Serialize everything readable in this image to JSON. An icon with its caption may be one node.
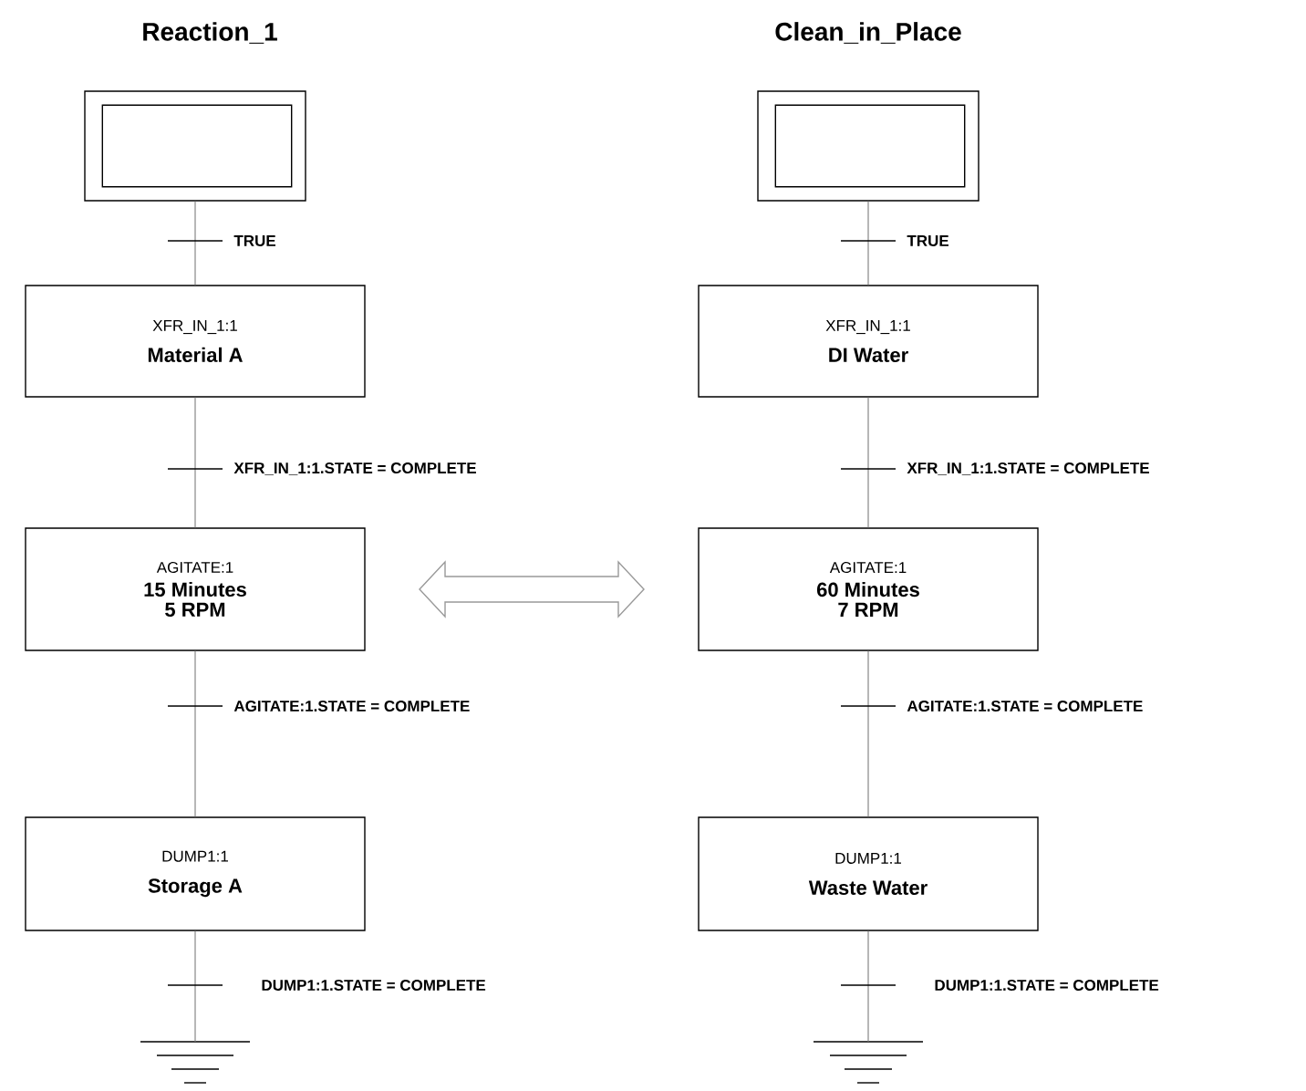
{
  "diagram": {
    "nodes": [
      {
        "text": [],
        "shape": "box"
      },
      {
        "text": [
          "XFR_IN_1:1",
          "Material A"
        ]
      },
      {
        "text": [
          "AGITATE:1",
          "15 Minutes",
          "5 RPM"
        ]
      },
      {
        "text": [
          "DUMP1:1",
          "Storage A"
        ]
      },
      {
        "text": [],
        "shape": "ground"
      },
      {
        "text": [],
        "shape": "box"
      },
      {
        "text": [
          "XFR_IN_1:1",
          "DI Water"
        ]
      },
      {
        "text": [
          "AGITATE:1",
          "60 Minutes",
          "7 RPM"
        ]
      },
      {
        "text": [
          "DUMP1:1",
          "Waste Water"
        ]
      },
      {
        "text": [],
        "shape": "ground"
      }
    ],
    "edges": [
      {
        "from": 0,
        "to": 1,
        "arrow": "none",
        "label": "TRUE"
      },
      {
        "from": 1,
        "to": 2,
        "arrow": "none",
        "label": "XFR_IN_1:1.STATE = COMPLETE"
      },
      {
        "from": 2,
        "to": 3,
        "arrow": "none",
        "label": "AGITATE:1.STATE = COMPLETE"
      },
      {
        "from": 3,
        "to": 4,
        "arrow": "none",
        "label": "DUMP1:1.STATE = COMPLETE"
      },
      {
        "from": 5,
        "to": 6,
        "arrow": "none",
        "label": "TRUE"
      },
      {
        "from": 6,
        "to": 7,
        "arrow": "none",
        "label": "XFR_IN_1:1.STATE = COMPLETE"
      },
      {
        "from": 7,
        "to": 8,
        "arrow": "none",
        "label": "AGITATE:1.STATE = COMPLETE"
      },
      {
        "from": 8,
        "to": 9,
        "arrow": "none",
        "label": "DUMP1:1.STATE = COMPLETE"
      },
      {
        "from": 2,
        "to": 7,
        "arrow": "both"
      }
    ],
    "labels": [
      "Reaction_1",
      "Clean_in_Place"
    ]
  }
}
